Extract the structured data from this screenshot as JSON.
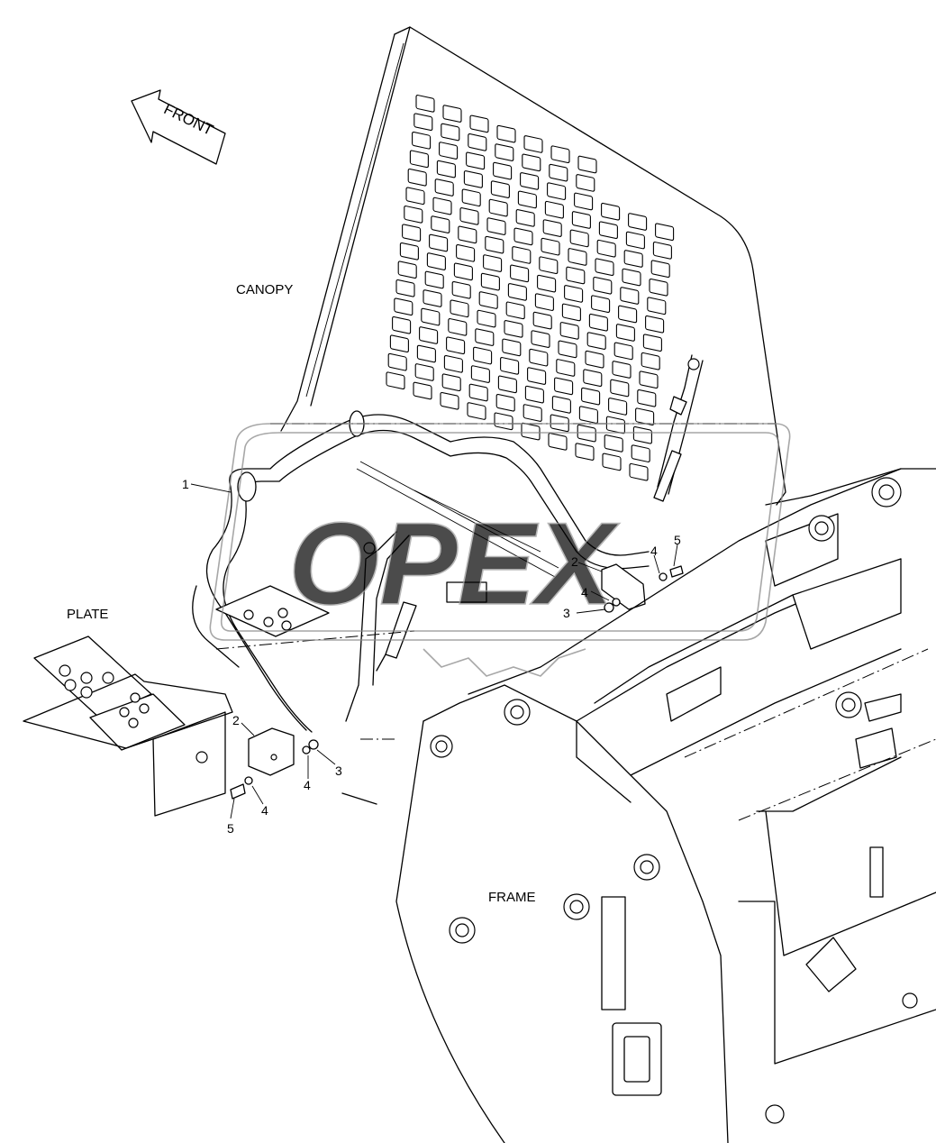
{
  "labels": {
    "front": "FRONT",
    "canopy": "CANOPY",
    "plate": "PLATE",
    "frame": "FRAME",
    "watermark": "OPEX"
  },
  "callouts": [
    {
      "id": "c1",
      "text": "1"
    },
    {
      "id": "c2a",
      "text": "2"
    },
    {
      "id": "c2b",
      "text": "2"
    },
    {
      "id": "c3a",
      "text": "3"
    },
    {
      "id": "c3b",
      "text": "3"
    },
    {
      "id": "c4a",
      "text": "4"
    },
    {
      "id": "c4b",
      "text": "4"
    },
    {
      "id": "c4c",
      "text": "4"
    },
    {
      "id": "c4d",
      "text": "4"
    },
    {
      "id": "c5a",
      "text": "5"
    },
    {
      "id": "c5b",
      "text": "5"
    }
  ]
}
